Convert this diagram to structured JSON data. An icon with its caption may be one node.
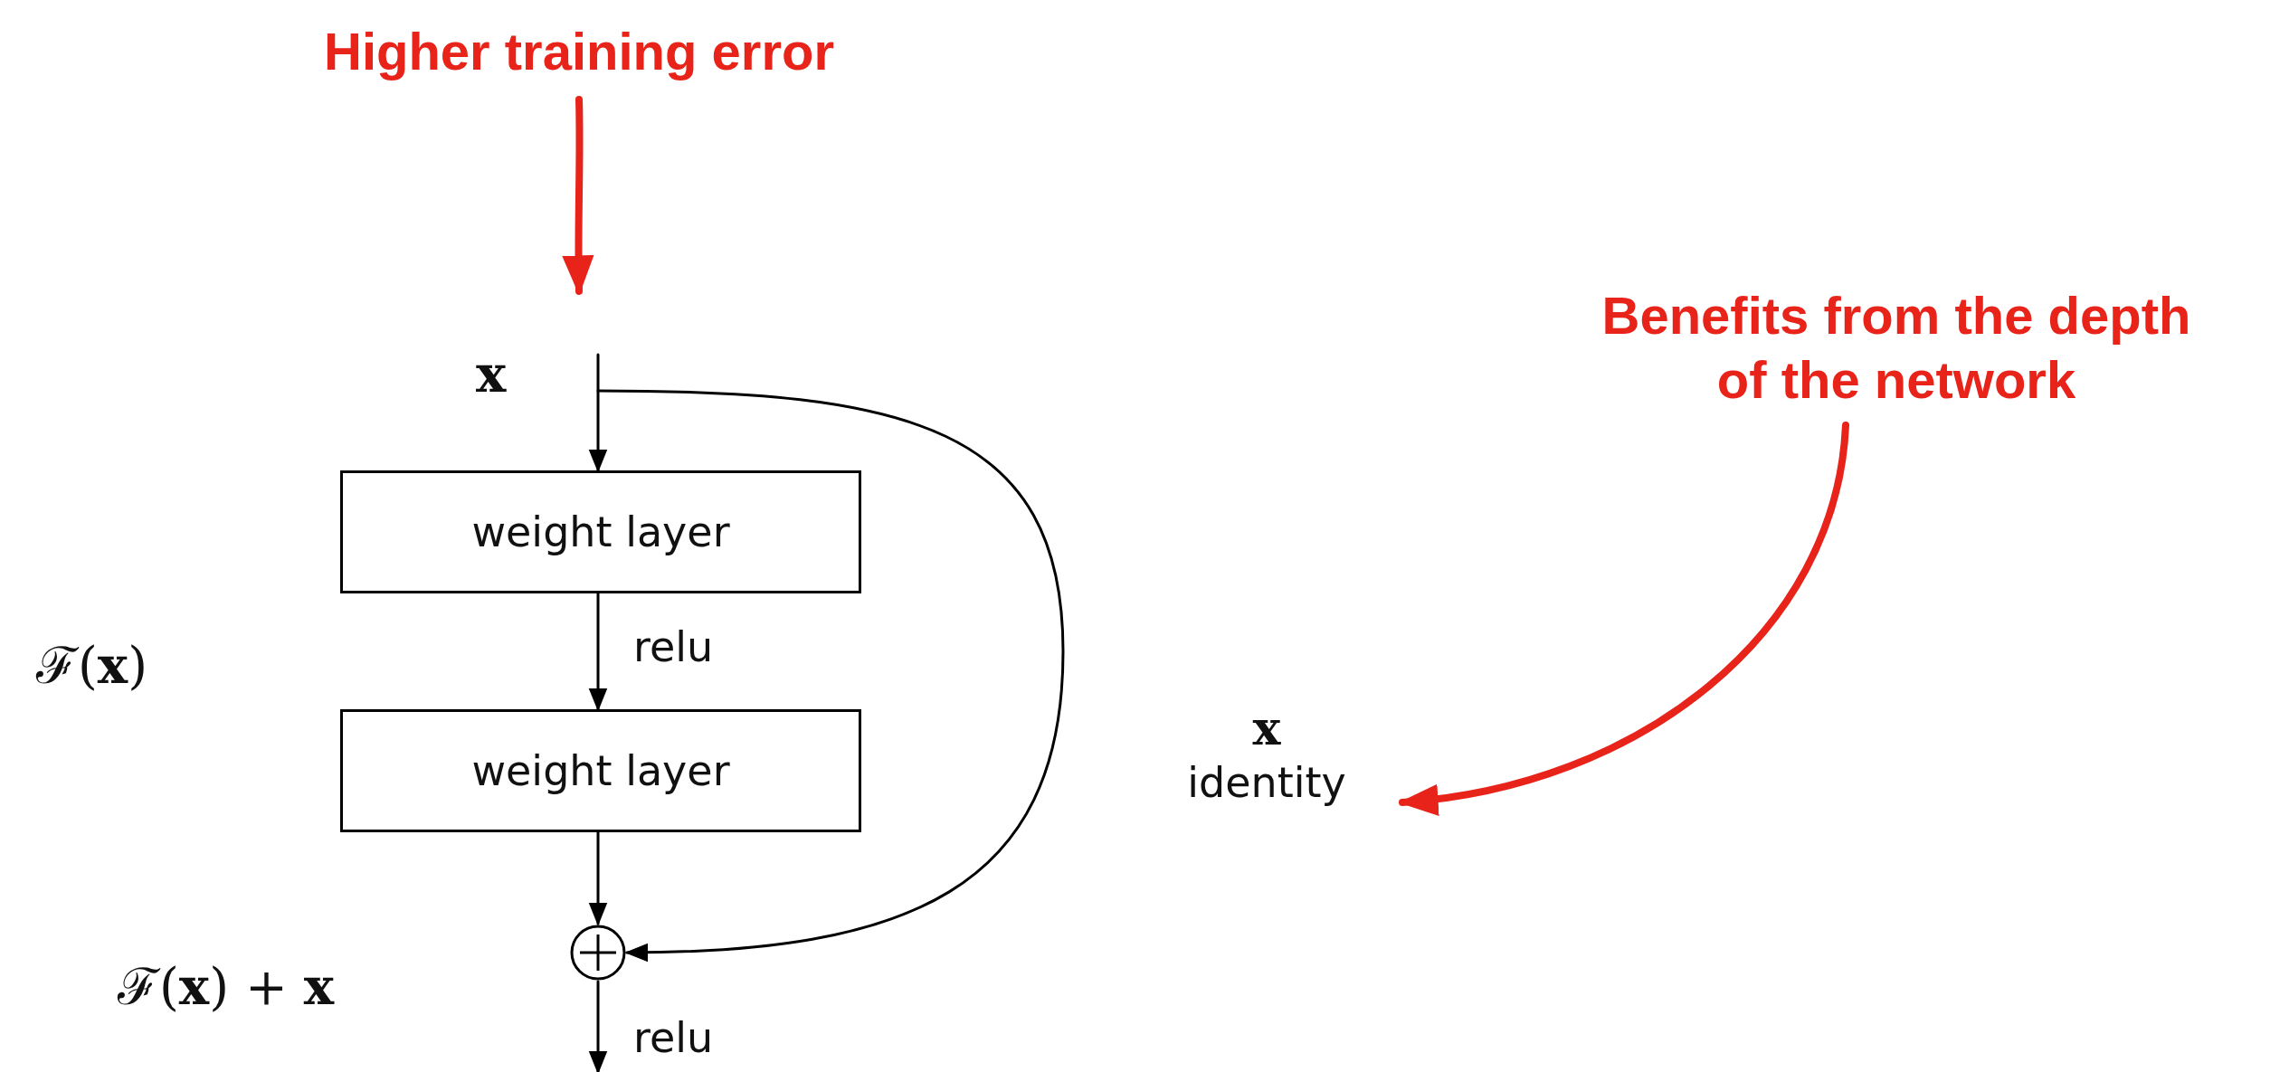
{
  "diagram": {
    "nodes": [
      {
        "text": [
          "Higher training error"
        ]
      },
      {
        "text": [
          "weight layer"
        ]
      },
      {
        "text": [
          "weight layer"
        ]
      },
      {
        "text": [],
        "shape": "circle"
      },
      {
        "text": [
          "Benefits from the depth of the network"
        ]
      },
      {
        "text": [
          "x",
          "identity"
        ]
      }
    ],
    "edges": [
      {
        "from": 0,
        "to": null,
        "arrow": "to",
        "style": "thick",
        "color": "#e8231a"
      },
      {
        "from": null,
        "to": 1,
        "arrow": "to"
      },
      {
        "from": 1,
        "to": 2,
        "arrow": "to",
        "label": "relu"
      },
      {
        "from": 2,
        "to": 3,
        "arrow": "to"
      },
      {
        "from": null,
        "to": 3,
        "arrow": "to"
      },
      {
        "from": 3,
        "to": null,
        "arrow": "to",
        "label": "relu"
      },
      {
        "from": 4,
        "to": 5,
        "arrow": "to",
        "style": "thick",
        "color": "#e8231a"
      }
    ],
    "labels": [
      "x",
      "ℱ(**x**)",
      "ℱ(**x**) + **x**"
    ]
  }
}
